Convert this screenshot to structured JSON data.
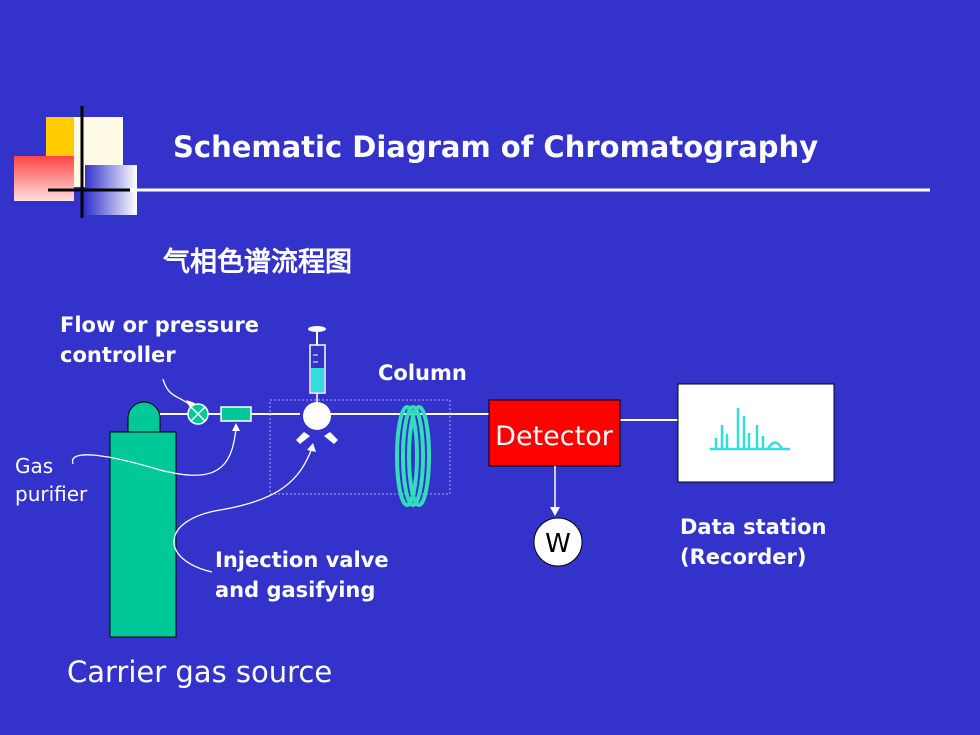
{
  "title": "Schematic Diagram of Chromatography",
  "subtitle": "气相色谱流程图",
  "labels": {
    "flow_controller_line1": "Flow or pressure",
    "flow_controller_line2": "controller",
    "column": "Column",
    "gas_purifier_line1": "Gas",
    "gas_purifier_line2": "purifier",
    "injection_line1": "Injection valve",
    "injection_line2": "and gasifying",
    "carrier_gas_source": "Carrier gas source",
    "data_station_line1": "Data station",
    "data_station_line2": "(Recorder)",
    "detector": "Detector",
    "waste": "W"
  },
  "colors": {
    "background": "#3333cc",
    "cylinder": "#00c896",
    "detector": "#ff0000",
    "coil": "#33ddbb",
    "peaks": "#33dddd",
    "white": "#ffffff"
  }
}
